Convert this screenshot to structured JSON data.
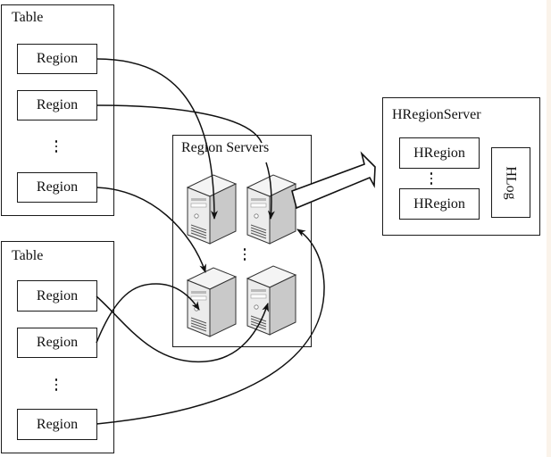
{
  "tables": [
    {
      "title": "Table",
      "regions": [
        "Region",
        "Region",
        "Region"
      ],
      "ellipsis": "⋮"
    },
    {
      "title": "Table",
      "regions": [
        "Region",
        "Region",
        "Region"
      ],
      "ellipsis": "⋮"
    }
  ],
  "region_servers": {
    "title": "Region Servers",
    "servers": [
      "server-icon",
      "server-icon",
      "server-icon",
      "server-icon"
    ],
    "ellipsis": "⋮"
  },
  "hregionserver": {
    "title": "HRegionServer",
    "hregions": [
      "HRegion",
      "HRegion"
    ],
    "ellipsis": "⋮",
    "hlog": "HLog"
  },
  "connections": [
    {
      "from": "table-1-region-1",
      "to": "server-top-left"
    },
    {
      "from": "table-1-region-2",
      "to": "server-top-right"
    },
    {
      "from": "table-1-region-3",
      "to": "server-bottom-left"
    },
    {
      "from": "table-2-region-1",
      "to": "server-bottom-right"
    },
    {
      "from": "table-2-region-2",
      "to": "server-bottom-left"
    },
    {
      "from": "table-2-region-3",
      "to": "server-top-right"
    },
    {
      "from": "server-top-right",
      "to": "hregionserver",
      "style": "hollow-block-arrow"
    }
  ],
  "colors": {
    "line": "#1a1a1a",
    "background": "#ffffff",
    "edge_stripe": "#faf3ea",
    "server_light": "#f2f2f2",
    "server_mid": "#d4d4d4",
    "server_dark": "#a8a8a8"
  }
}
